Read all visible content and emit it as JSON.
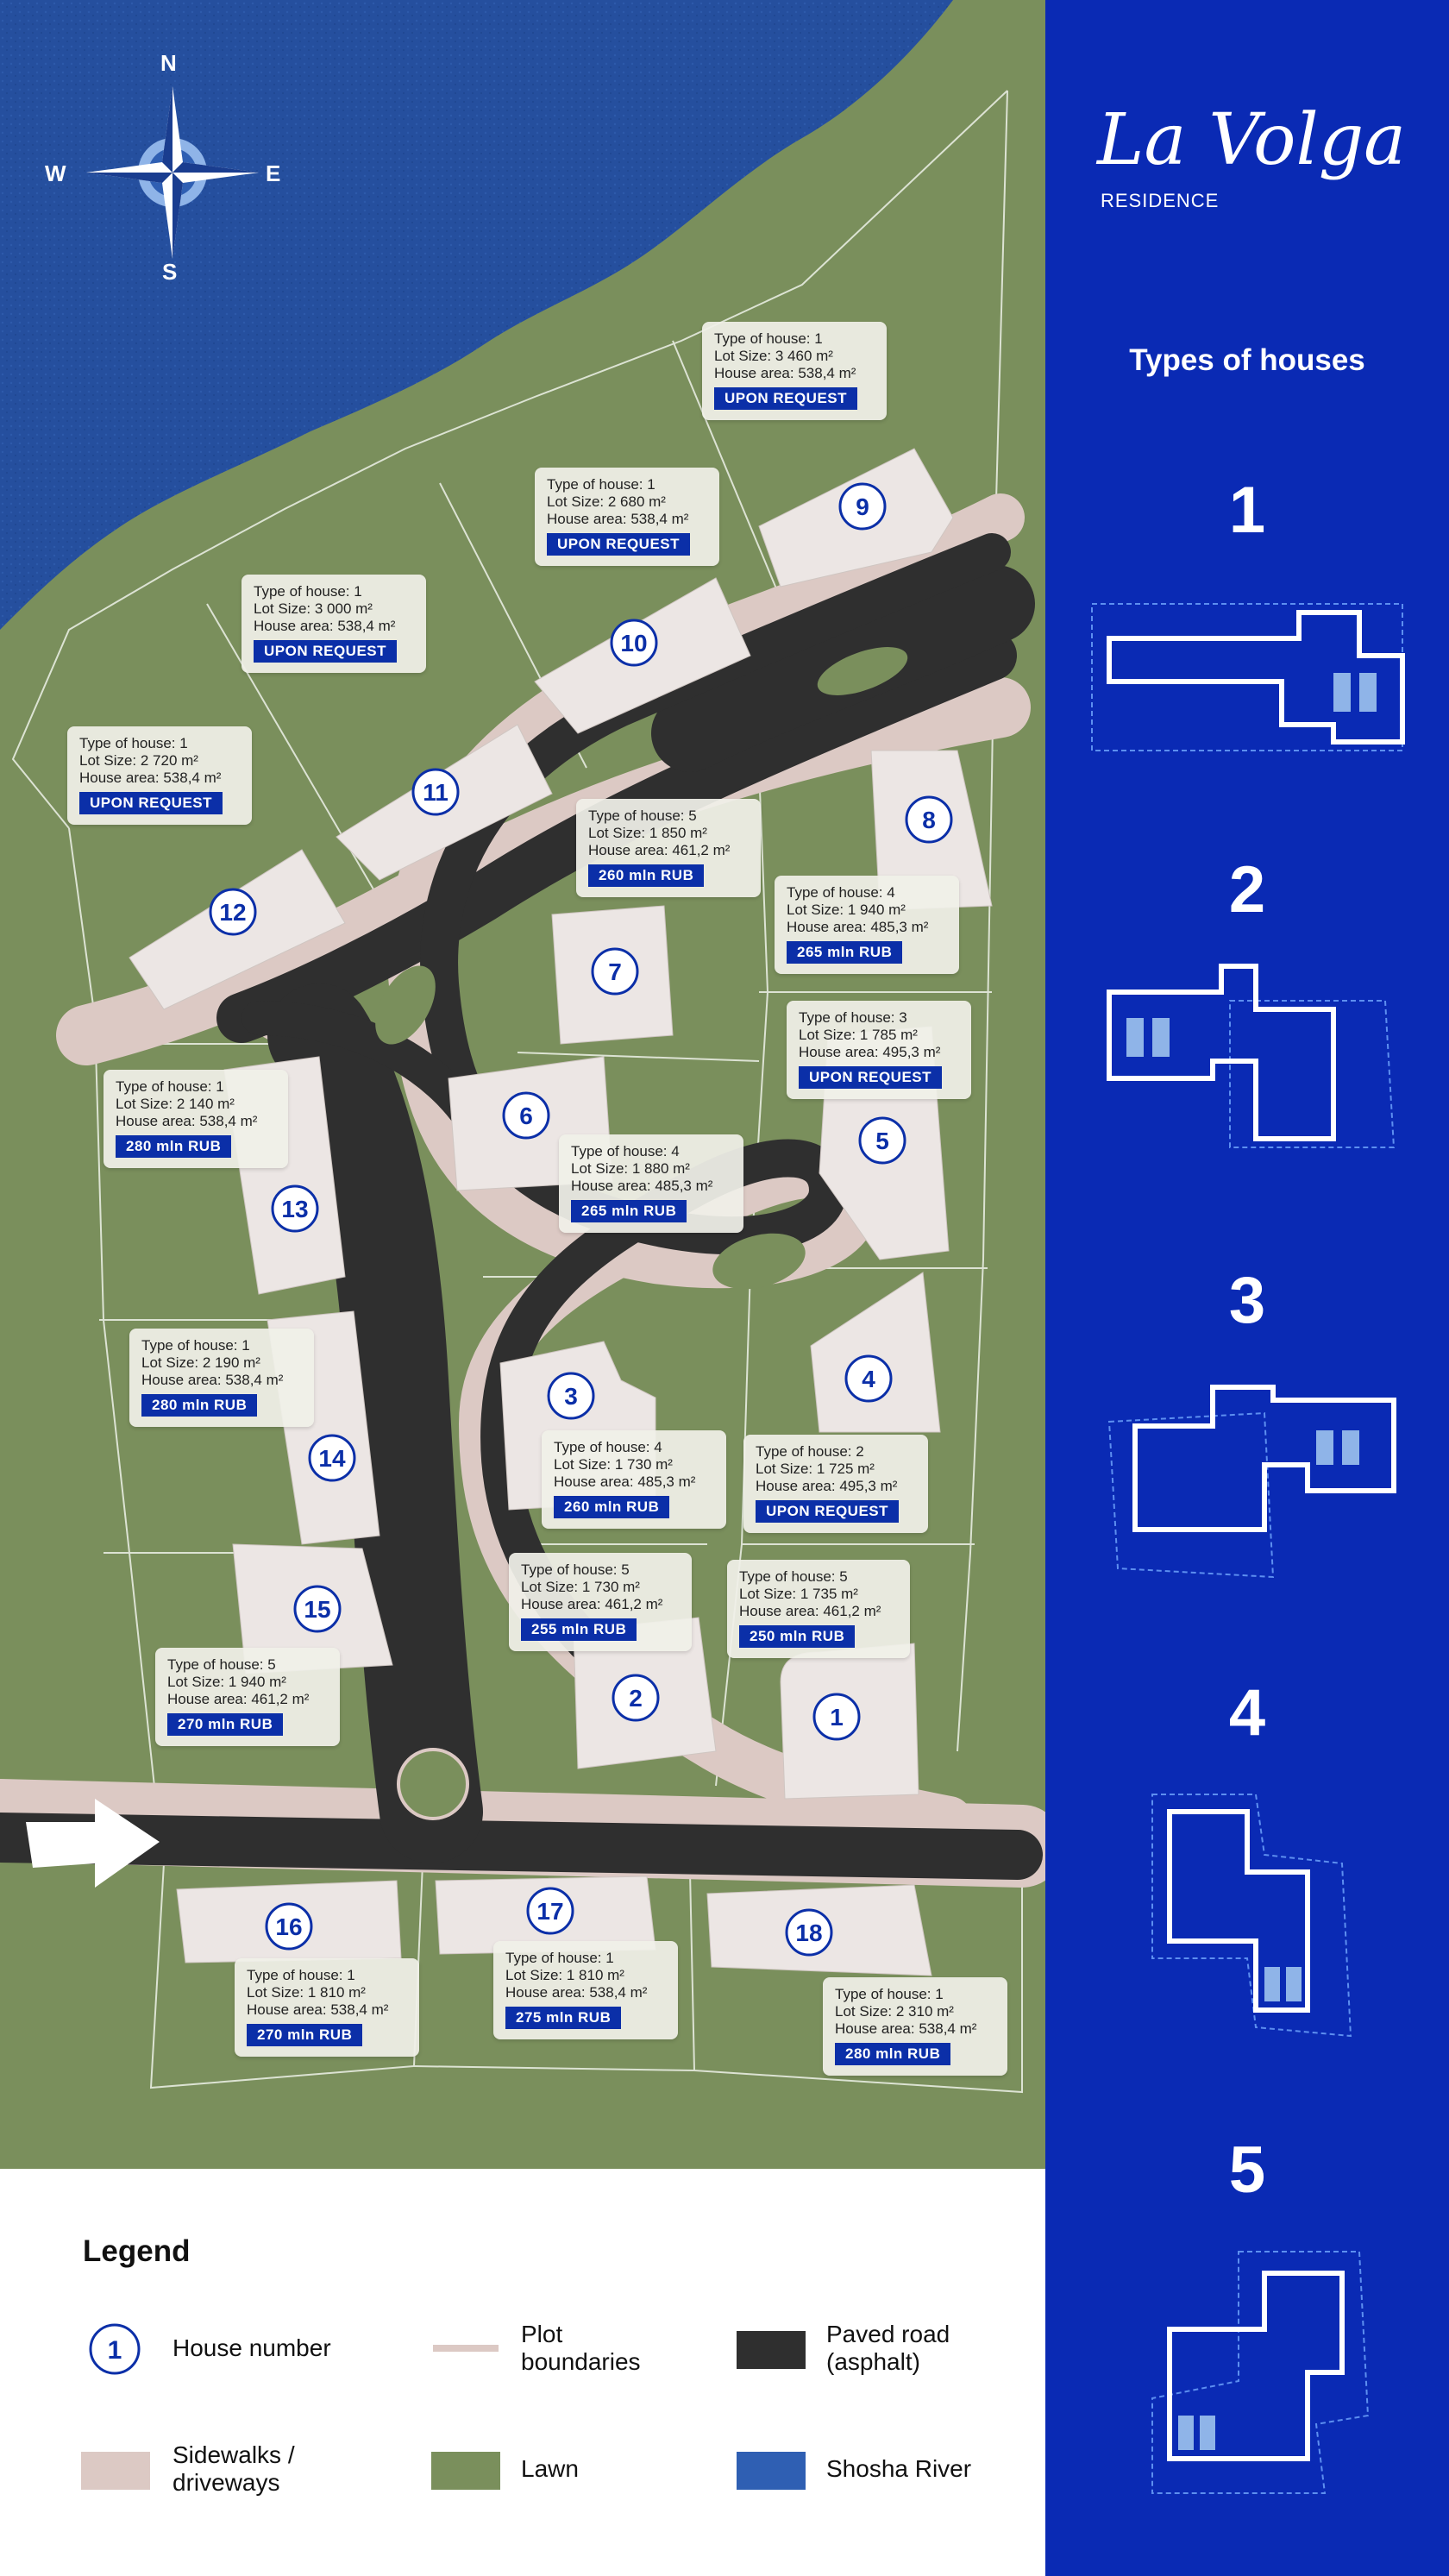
{
  "compass": {
    "n": "N",
    "s": "S",
    "w": "W",
    "e": "E"
  },
  "brand": {
    "name": "La Volga",
    "sub": "RESIDENCE"
  },
  "types_title": "Types of houses",
  "house_types": [
    "1",
    "2",
    "3",
    "4",
    "5"
  ],
  "houses": [
    {
      "num": "1",
      "type": "Type of house: 5",
      "lot": "Lot Size: 1 735 m²",
      "area": "House area: 461,2 m²",
      "price": "250 mln RUB"
    },
    {
      "num": "2",
      "type": "Type of house: 5",
      "lot": "Lot Size: 1 730 m²",
      "area": "House area: 461,2 m²",
      "price": "255 mln RUB"
    },
    {
      "num": "3",
      "type": "Type of house: 4",
      "lot": "Lot Size: 1 730 m²",
      "area": "House area: 485,3 m²",
      "price": "260 mln RUB"
    },
    {
      "num": "4",
      "type": "Type of house: 2",
      "lot": "Lot Size: 1 725 m²",
      "area": "House area: 495,3 m²",
      "price": "UPON REQUEST"
    },
    {
      "num": "5",
      "type": "Type of house: 3",
      "lot": "Lot Size: 1 785 m²",
      "area": "House area: 495,3 m²",
      "price": "UPON REQUEST"
    },
    {
      "num": "6",
      "type": "Type of house: 4",
      "lot": "Lot Size: 1 880 m²",
      "area": "House area: 485,3 m²",
      "price": "265 mln RUB"
    },
    {
      "num": "7",
      "type": "Type of house: 5",
      "lot": "Lot Size: 1 850 m²",
      "area": "House area: 461,2 m²",
      "price": "260 mln RUB"
    },
    {
      "num": "8",
      "type": "Type of house: 4",
      "lot": "Lot Size: 1 940 m²",
      "area": "House area: 485,3 m²",
      "price": "265 mln RUB"
    },
    {
      "num": "9",
      "type": "Type of house: 1",
      "lot": "Lot Size: 3 460 m²",
      "area": "House area: 538,4 m²",
      "price": "UPON REQUEST"
    },
    {
      "num": "10",
      "type": "Type of house: 1",
      "lot": "Lot Size: 2 680 m²",
      "area": "House area: 538,4 m²",
      "price": "UPON REQUEST"
    },
    {
      "num": "11",
      "type": "Type of house: 1",
      "lot": "Lot Size: 3 000 m²",
      "area": "House area: 538,4 m²",
      "price": "UPON REQUEST"
    },
    {
      "num": "12",
      "type": "Type of house: 1",
      "lot": "Lot Size: 2 720 m²",
      "area": "House area: 538,4 m²",
      "price": "UPON REQUEST"
    },
    {
      "num": "13",
      "type": "Type of house: 1",
      "lot": "Lot Size: 2 140 m²",
      "area": "House area: 538,4 m²",
      "price": "280 mln RUB"
    },
    {
      "num": "14",
      "type": "Type of house: 1",
      "lot": "Lot Size: 2 190 m²",
      "area": "House area: 538,4 m²",
      "price": "280 mln RUB"
    },
    {
      "num": "15",
      "type": "Type of house: 5",
      "lot": "Lot Size: 1 940 m²",
      "area": "House area: 461,2 m²",
      "price": "270 mln RUB"
    },
    {
      "num": "16",
      "type": "Type of house: 1",
      "lot": "Lot Size: 1 810 m²",
      "area": "House area: 538,4 m²",
      "price": "270 mln RUB"
    },
    {
      "num": "17",
      "type": "Type of house: 1",
      "lot": "Lot Size: 1 810 m²",
      "area": "House area: 538,4 m²",
      "price": "275 mln RUB"
    },
    {
      "num": "18",
      "type": "Type of house: 1",
      "lot": "Lot Size: 2 310 m²",
      "area": "House area: 538,4 m²",
      "price": "280 mln RUB"
    }
  ],
  "legend": {
    "title": "Legend",
    "sample_number": "1",
    "items": {
      "house_number": "House number",
      "plot_1": "Plot",
      "plot_2": "boundaries",
      "road_1": "Paved road",
      "road_2": "(asphalt)",
      "sidewalk_1": "Sidewalks /",
      "sidewalk_2": "driveways",
      "lawn": "Lawn",
      "river": "Shosha River"
    }
  },
  "colors": {
    "lawn": "#7a8f5c",
    "river": "#2f5fb3",
    "road": "#2f2f2f",
    "sidewalk": "#dcc9c4",
    "house": "#ece6e4",
    "sidebar": "#0a2ab4",
    "price": "#0b2fa8"
  }
}
